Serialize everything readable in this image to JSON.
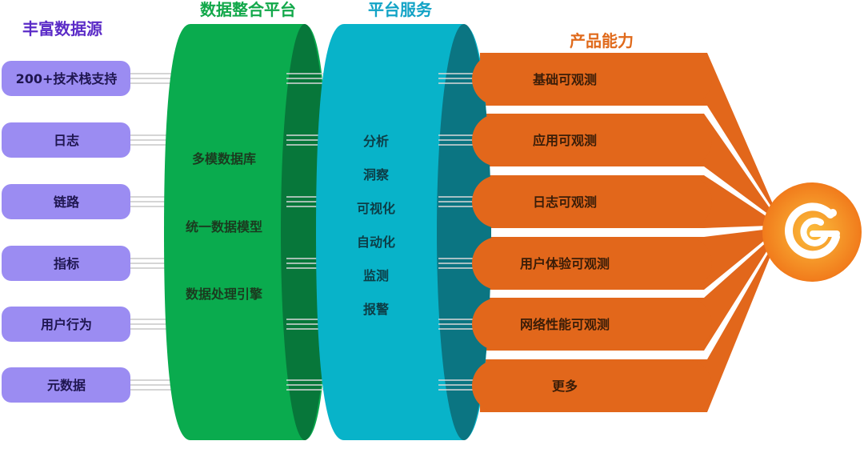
{
  "columns": {
    "sources_title": "丰富数据源",
    "integration_title": "数据整合平台",
    "services_title": "平台服务",
    "capabilities_title": "产品能力"
  },
  "sources": [
    "200+技术栈支持",
    "日志",
    "链路",
    "指标",
    "用户行为",
    "元数据"
  ],
  "integration_items": [
    "多模数据库",
    "统一数据模型",
    "数据处理引擎"
  ],
  "service_items": [
    "分析",
    "洞察",
    "可视化",
    "自动化",
    "监测",
    "报警"
  ],
  "capabilities": [
    "基础可观测",
    "应用可观测",
    "日志可观测",
    "用户体验可观测",
    "网络性能可观测",
    "更多"
  ],
  "colors": {
    "source_purple": "#9b8cf2",
    "source_title": "#5b2bc7",
    "integration_green": "#0aab4e",
    "integration_dark": "#07773a",
    "integration_title": "#12a84a",
    "service_teal": "#08b3c9",
    "service_dark": "#0b7582",
    "service_title": "#12a3c6",
    "capability_orange": "#e2671b",
    "capability_title": "#e06a1b",
    "logo_orange": "#f07d1e",
    "logo_yellow": "#f9b233"
  },
  "logo_icon": "g-logo-icon"
}
